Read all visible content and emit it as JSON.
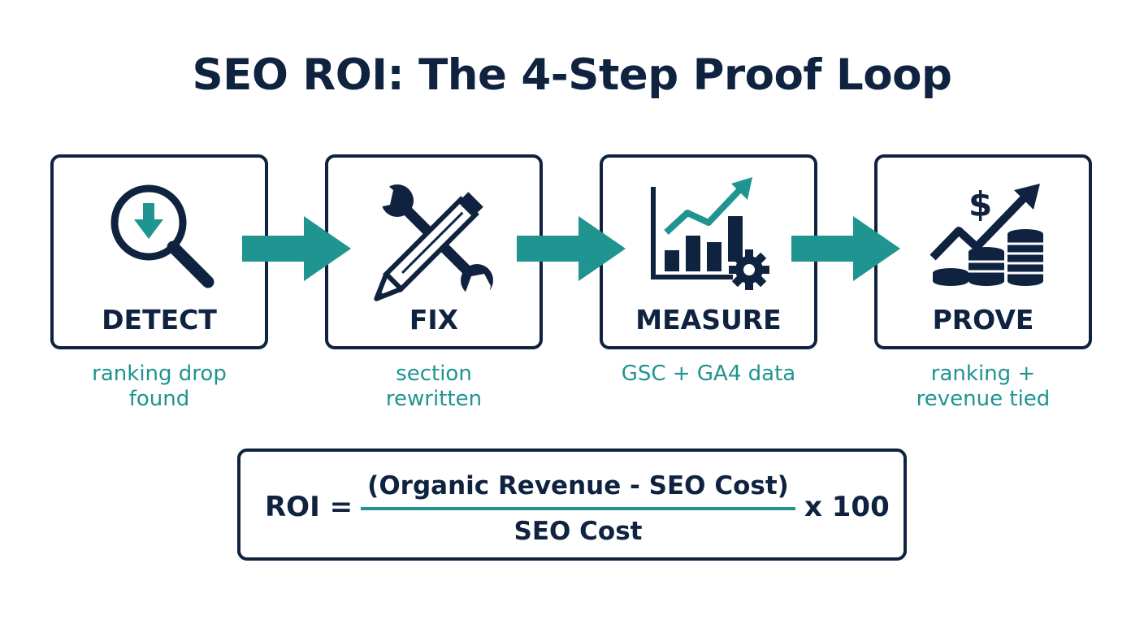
{
  "title": "SEO ROI: The 4-Step Proof Loop",
  "colors": {
    "navy": "#0f2340",
    "teal": "#1f9490"
  },
  "steps": [
    {
      "label": "DETECT",
      "caption_line1": "ranking drop",
      "caption_line2": "found",
      "icon": "magnifier-down-arrow-icon"
    },
    {
      "label": "FIX",
      "caption_line1": "section",
      "caption_line2": "rewritten",
      "icon": "wrench-pencil-icon"
    },
    {
      "label": "MEASURE",
      "caption_line1": "GSC + GA4 data",
      "caption_line2": "",
      "icon": "bar-chart-gear-icon"
    },
    {
      "label": "PROVE",
      "caption_line1": "ranking +",
      "caption_line2": "revenue tied",
      "icon": "dollar-coins-trend-icon"
    }
  ],
  "formula": {
    "lhs": "ROI =",
    "numerator": "(Organic Revenue - SEO Cost)",
    "denominator": "SEO Cost",
    "multiplier": "x 100"
  },
  "icons": {
    "dollar_sign": "$"
  }
}
